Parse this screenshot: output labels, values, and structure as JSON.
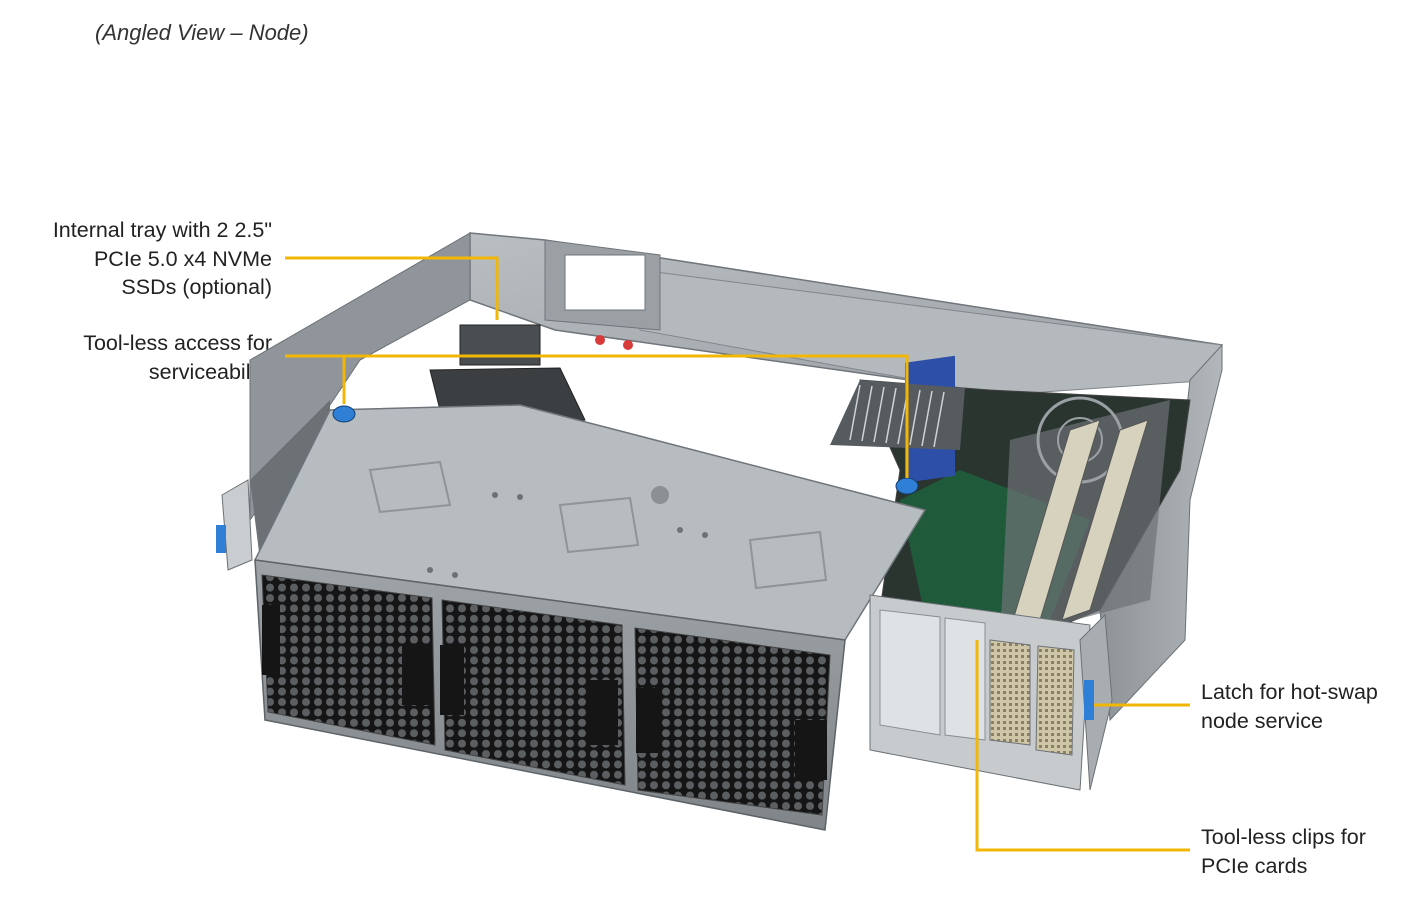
{
  "caption": "(Angled View – Node)",
  "callouts": {
    "internal_tray": {
      "lines": [
        "Internal tray with 2 2.5\"",
        "PCIe 5.0 x4 NVMe",
        "SSDs (optional)"
      ]
    },
    "tool_less_access": {
      "lines": [
        "Tool-less access for",
        "serviceability"
      ]
    },
    "latch": {
      "lines": [
        "Latch for hot-swap",
        "node service"
      ]
    },
    "pcie_clips": {
      "lines": [
        "Tool-less clips for",
        "PCIe cards"
      ]
    }
  },
  "colors": {
    "leader": "#f2b705",
    "latch_blue": "#2f7fd6",
    "chassis": "#a9afb4"
  }
}
